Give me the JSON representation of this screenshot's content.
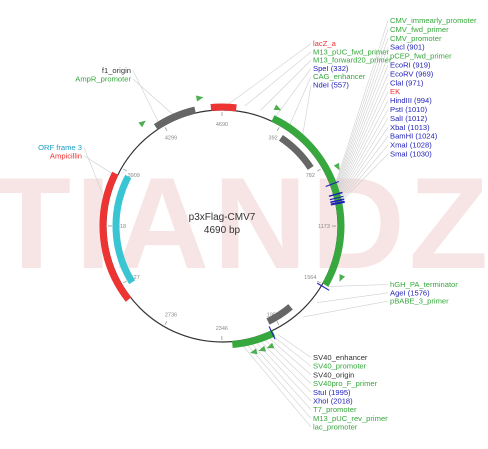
{
  "plasmid": {
    "name": "p3xFlag-CMV7",
    "size_label": "4690 bp",
    "total_bp": 4690
  },
  "watermark": {
    "text": "TIANDZ",
    "color": "#f7e4e4"
  },
  "colors": {
    "promoter_green": "#36a83d",
    "primer_green": "#4caf50",
    "restriction_blue": "#1f1fb8",
    "marker_red": "#ee3333",
    "orf_cyan": "#39c6d2",
    "feature_gray": "#666666",
    "backbone": "#333333"
  },
  "ticks": [
    {
      "pos": 4690,
      "label": "4690"
    },
    {
      "pos": 392,
      "label": "392"
    },
    {
      "pos": 782,
      "label": "782"
    },
    {
      "pos": 1173,
      "label": "1173"
    },
    {
      "pos": 1564,
      "label": "1564"
    },
    {
      "pos": 1955,
      "label": "1955"
    },
    {
      "pos": 2346,
      "label": "2346"
    },
    {
      "pos": 2736,
      "label": "2736"
    },
    {
      "pos": 3127,
      "label": "3127"
    },
    {
      "pos": 3518,
      "label": "3518"
    },
    {
      "pos": 3909,
      "label": "3909"
    },
    {
      "pos": 4299,
      "label": "4299"
    }
  ],
  "features": [
    {
      "name": "CMV_promoter_arc",
      "start": 330,
      "end": 1560,
      "type": "promoter",
      "lane": 0
    },
    {
      "name": "CMV_enhancer_box",
      "start": 440,
      "end": 740,
      "type": "gray",
      "lane": 1
    },
    {
      "name": "hGH_PA_box",
      "start": 1820,
      "end": 2010,
      "type": "gray",
      "lane": 1
    },
    {
      "name": "SV40_origin_arc",
      "start": 2010,
      "end": 2280,
      "type": "promoter",
      "lane": 0
    },
    {
      "name": "AmpR_box",
      "start": 4250,
      "end": 4520,
      "type": "gray",
      "lane": 0
    },
    {
      "name": "lacZ_box",
      "start": 4620,
      "end": 4690,
      "type": "marker",
      "lane": 0
    },
    {
      "name": "lacZ_box_b",
      "start": 0,
      "end": 90,
      "type": "marker",
      "lane": 0
    },
    {
      "name": "Ampicillin",
      "start": 3020,
      "end": 3860,
      "type": "marker",
      "lane": 0
    },
    {
      "name": "ORF_frame_3",
      "start": 3100,
      "end": 3880,
      "type": "orf",
      "lane": 1
    }
  ],
  "cut_sites": [
    {
      "pos": 901
    },
    {
      "pos": 969
    },
    {
      "pos": 971
    },
    {
      "pos": 994
    },
    {
      "pos": 1010
    },
    {
      "pos": 1012
    },
    {
      "pos": 1013
    },
    {
      "pos": 1024
    },
    {
      "pos": 1028
    },
    {
      "pos": 1030
    },
    {
      "pos": 1576
    },
    {
      "pos": 2018
    }
  ],
  "label_groups": {
    "top_right": [
      {
        "text": "CMV_immearly_promoter",
        "color": "#36a83d"
      },
      {
        "text": "CMV_fwd_primer",
        "color": "#36a83d"
      },
      {
        "text": "CMV_promoter",
        "color": "#36a83d"
      },
      {
        "text": "Sacl (901)",
        "color": "#1f1fb8"
      },
      {
        "text": "pCEP_fwd_primer",
        "color": "#36a83d"
      },
      {
        "text": "EcoRI (919)",
        "color": "#1f1fb8"
      },
      {
        "text": "EcoRV (969)",
        "color": "#1f1fb8"
      },
      {
        "text": "ClaI (971)",
        "color": "#1f1fb8"
      },
      {
        "text": "EK",
        "color": "#ee3333"
      },
      {
        "text": "HindIII (994)",
        "color": "#1f1fb8"
      },
      {
        "text": "PstI (1010)",
        "color": "#1f1fb8"
      },
      {
        "text": "SalI (1012)",
        "color": "#1f1fb8"
      },
      {
        "text": "XbaI (1013)",
        "color": "#1f1fb8"
      },
      {
        "text": "BamHI (1024)",
        "color": "#1f1fb8"
      },
      {
        "text": "XmaI (1028)",
        "color": "#1f1fb8"
      },
      {
        "text": "SmaI (1030)",
        "color": "#1f1fb8"
      }
    ],
    "top_mid": [
      {
        "text": "lacZ_a",
        "color": "#ee3333"
      },
      {
        "text": "M13_pUC_fwd_primer",
        "color": "#36a83d"
      },
      {
        "text": "M13_forward20_primer",
        "color": "#36a83d"
      },
      {
        "text": "SpeI (332)",
        "color": "#1f1fb8"
      },
      {
        "text": "CAG_enhancer",
        "color": "#36a83d"
      },
      {
        "text": "NdeI (557)",
        "color": "#1f1fb8"
      }
    ],
    "top_left": [
      {
        "text": "f1_origin",
        "color": "#333333"
      },
      {
        "text": "AmpR_promoter",
        "color": "#36a83d"
      }
    ],
    "left": [
      {
        "text": "ORF frame 3",
        "color": "#1b9fc4"
      },
      {
        "text": "Ampicillin",
        "color": "#ee3333"
      }
    ],
    "right_lower": [
      {
        "text": "hGH_PA_terminator",
        "color": "#36a83d"
      },
      {
        "text": "AgeI (1576)",
        "color": "#1f1fb8"
      },
      {
        "text": "pBABE_3_primer",
        "color": "#36a83d"
      }
    ],
    "bottom": [
      {
        "text": "SV40_enhancer",
        "color": "#333333"
      },
      {
        "text": "SV40_promoter",
        "color": "#36a83d"
      },
      {
        "text": "SV40_origin",
        "color": "#333333"
      },
      {
        "text": "SV40pro_F_primer",
        "color": "#36a83d"
      },
      {
        "text": "StuI (1995)",
        "color": "#1f1fb8"
      },
      {
        "text": "XhoI (2018)",
        "color": "#1f1fb8"
      },
      {
        "text": "T7_promoter",
        "color": "#36a83d"
      },
      {
        "text": "M13_pUC_rev_primer",
        "color": "#36a83d"
      },
      {
        "text": "lac_promoter",
        "color": "#36a83d"
      }
    ]
  }
}
